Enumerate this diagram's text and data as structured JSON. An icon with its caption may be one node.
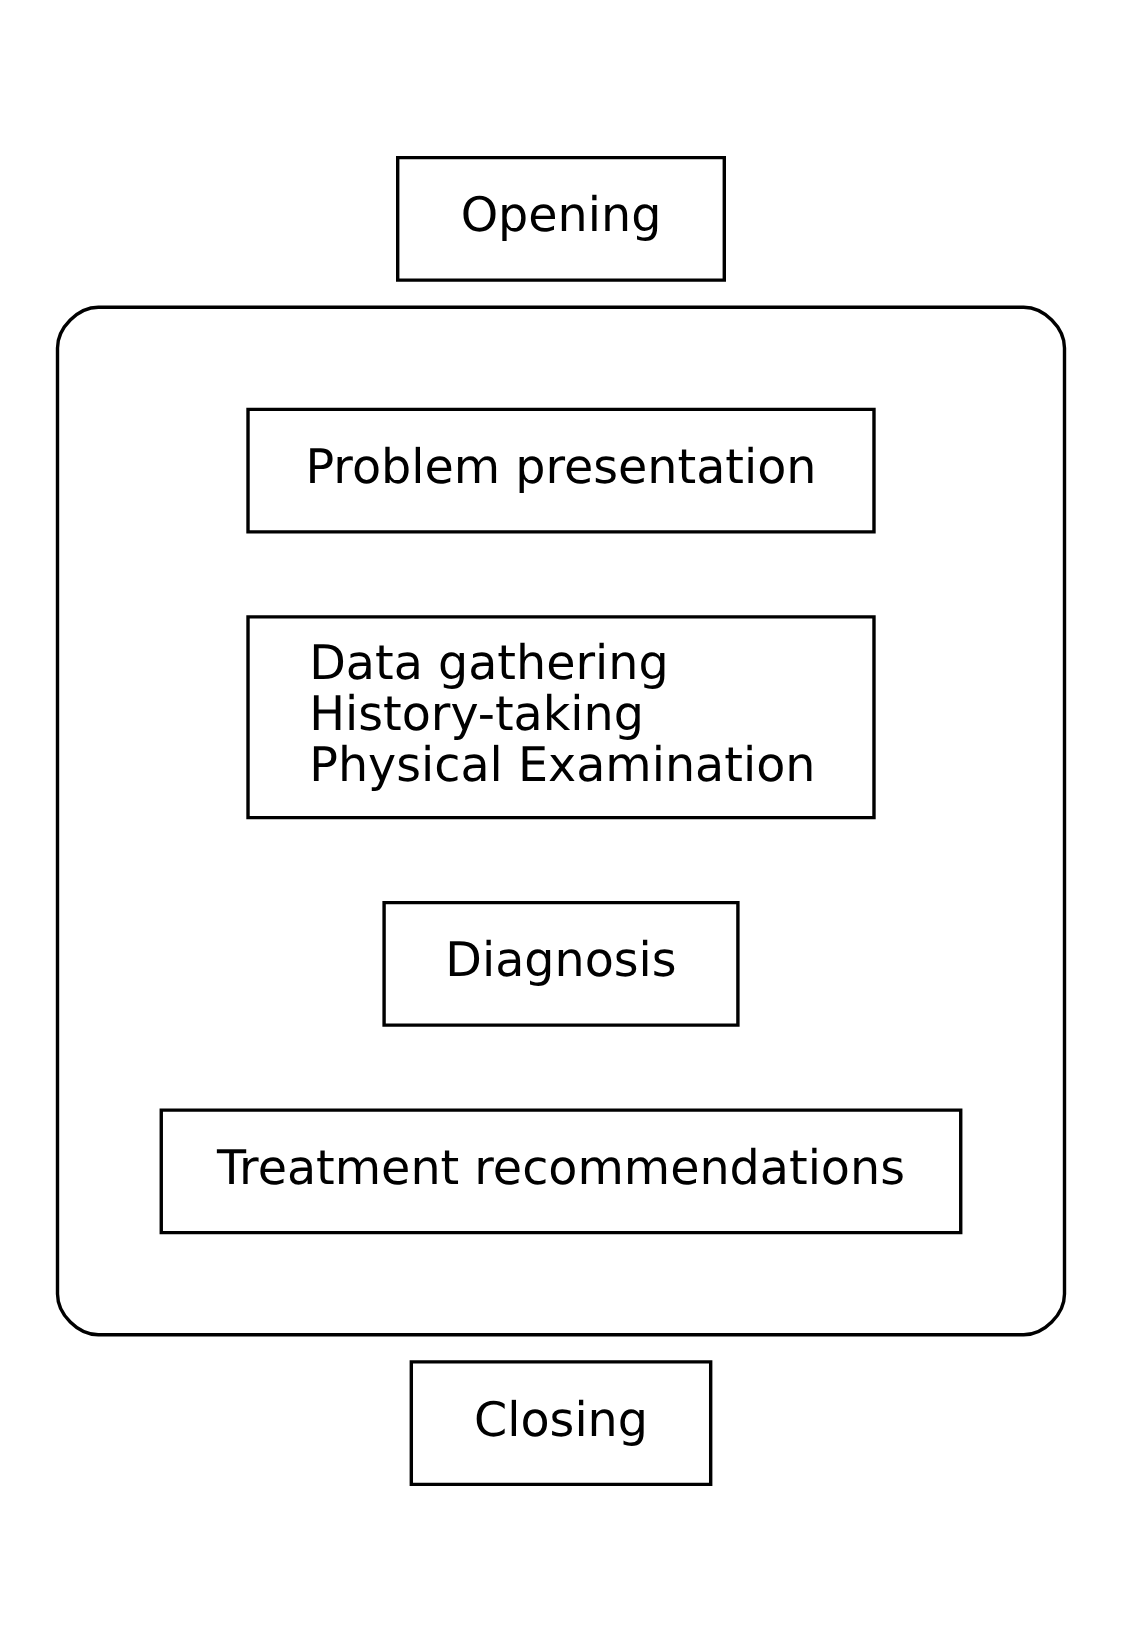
{
  "diagram": {
    "nodes": [
      {
        "text": [
          "Opening"
        ]
      },
      {
        "text": [],
        "shape": "box"
      },
      {
        "text": [
          "Problem presentation"
        ],
        "in": 1
      },
      {
        "text": [
          "Data gathering",
          "History-taking",
          "Physical Examination"
        ],
        "in": 1
      },
      {
        "text": [
          "Diagnosis"
        ],
        "in": 1
      },
      {
        "text": [
          "Treatment recommendations"
        ],
        "in": 1
      },
      {
        "text": [
          "Closing"
        ]
      }
    ],
    "edges": []
  }
}
